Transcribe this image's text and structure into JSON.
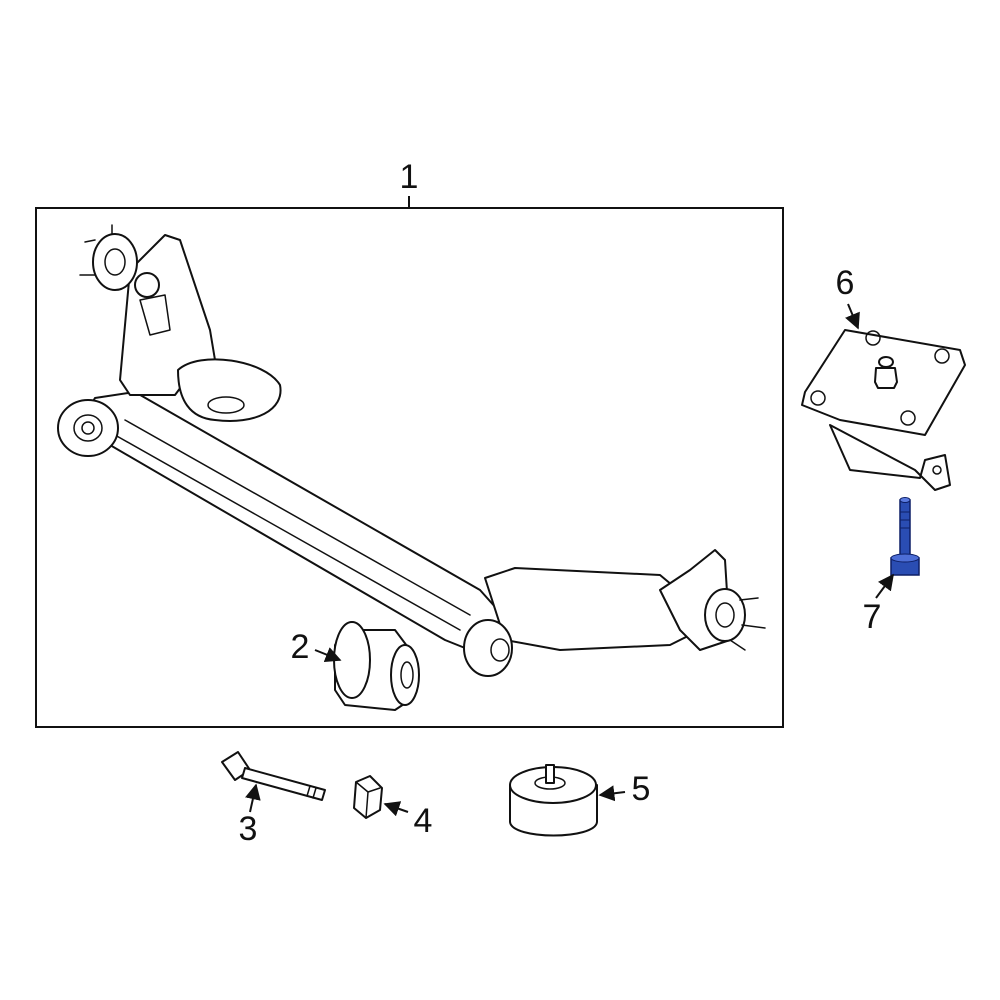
{
  "diagram": {
    "callouts": {
      "c1": "1",
      "c2": "2",
      "c3": "3",
      "c4": "4",
      "c5": "5",
      "c6": "6",
      "c7": "7"
    },
    "highlight_color": "#2a4db3",
    "line_color": "#111111",
    "background_color": "#ffffff"
  }
}
